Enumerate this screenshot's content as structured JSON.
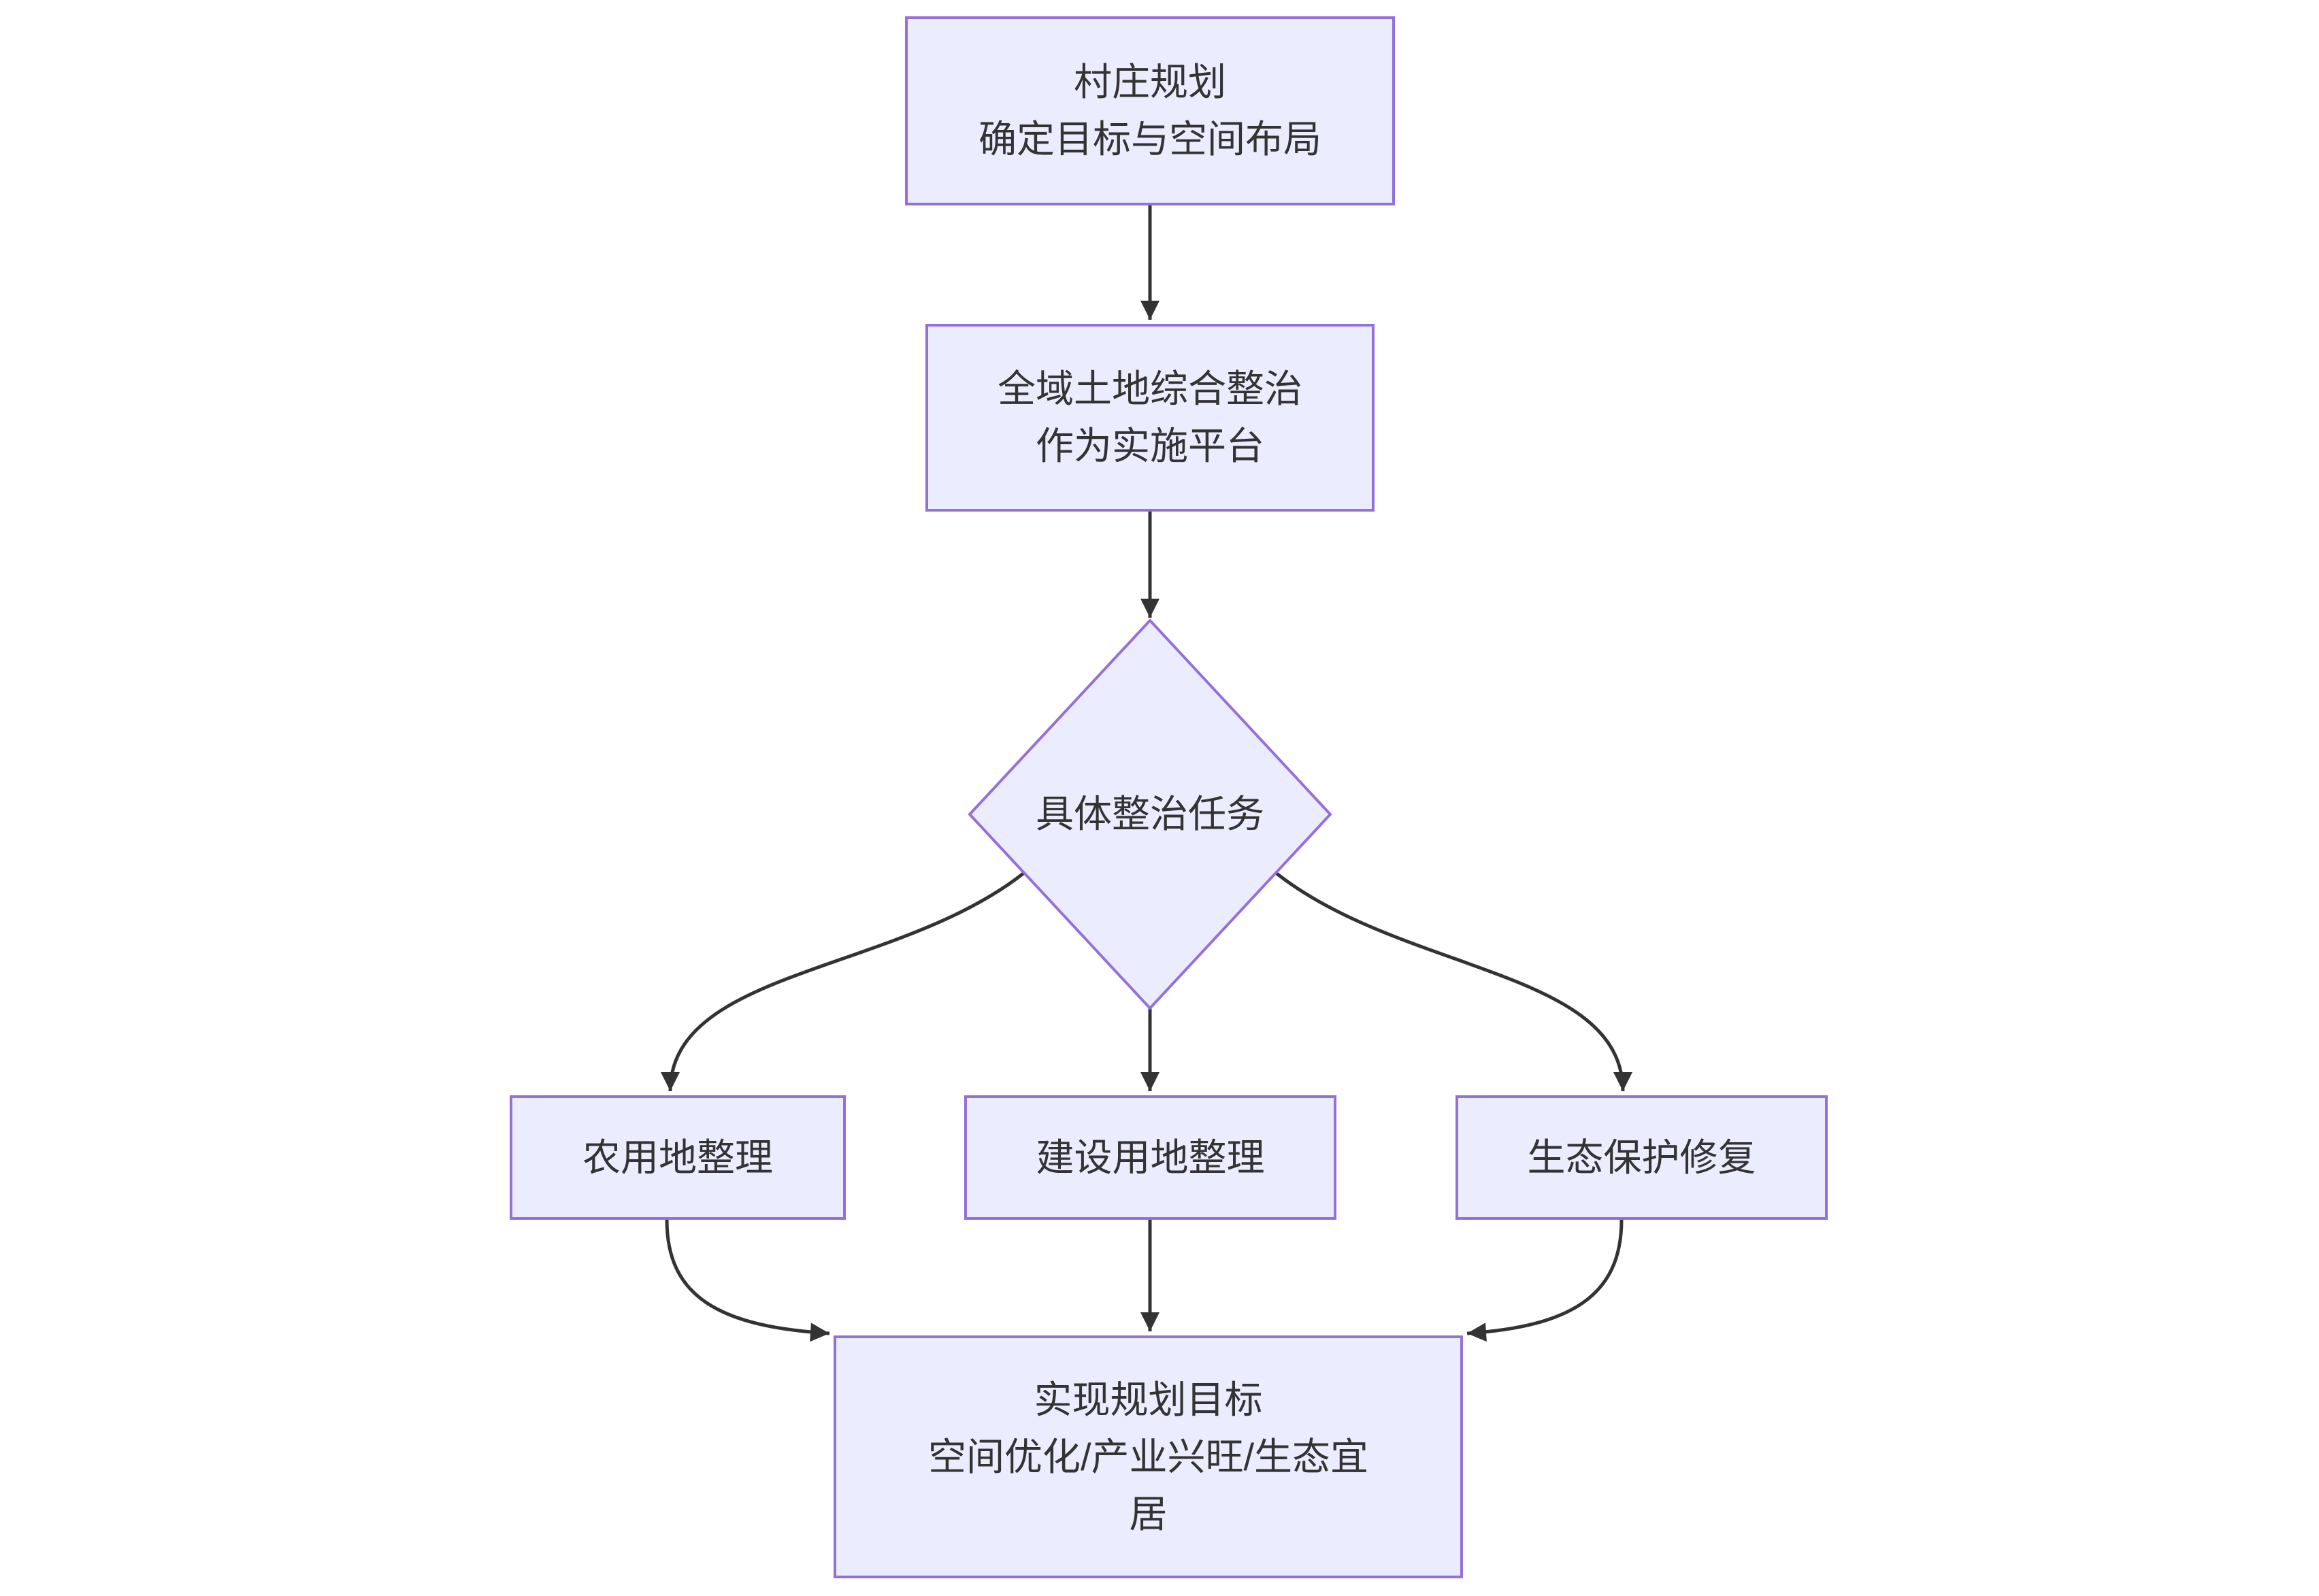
{
  "diagram": {
    "type": "flowchart",
    "direction": "top-down",
    "colors": {
      "background": "#FFFFFF",
      "node_fill": "#ECECFF",
      "node_border": "#9370DB",
      "edge": "#333333",
      "text": "#333333"
    },
    "nodes": {
      "village_planning": {
        "shape": "rect",
        "line1": "村庄规划",
        "line2": "确定目标与空间布局"
      },
      "land_consolidation": {
        "shape": "rect",
        "line1": "全域土地综合整治",
        "line2": "作为实施平台"
      },
      "task_decision": {
        "shape": "diamond",
        "label": "具体整治任务"
      },
      "agricultural_land": {
        "shape": "rect",
        "label": "农用地整理"
      },
      "construction_land": {
        "shape": "rect",
        "label": "建设用地整理"
      },
      "ecological_restoration": {
        "shape": "rect",
        "label": "生态保护修复"
      },
      "planning_goals": {
        "shape": "rect",
        "line1": "实现规划目标",
        "line2": "空间优化/产业兴旺/生态宜居"
      }
    },
    "edges": [
      {
        "from": "village_planning",
        "to": "land_consolidation"
      },
      {
        "from": "land_consolidation",
        "to": "task_decision"
      },
      {
        "from": "task_decision",
        "to": "agricultural_land"
      },
      {
        "from": "task_decision",
        "to": "construction_land"
      },
      {
        "from": "task_decision",
        "to": "ecological_restoration"
      },
      {
        "from": "agricultural_land",
        "to": "planning_goals"
      },
      {
        "from": "construction_land",
        "to": "planning_goals"
      },
      {
        "from": "ecological_restoration",
        "to": "planning_goals"
      }
    ]
  }
}
